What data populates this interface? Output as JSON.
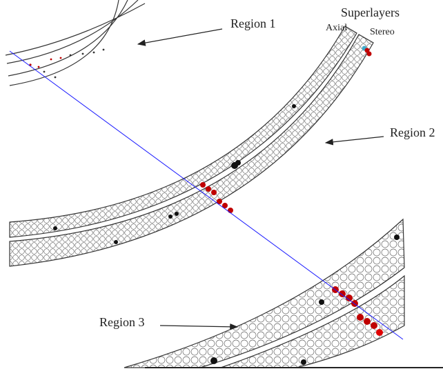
{
  "labels": {
    "region1": "Region 1",
    "region2": "Region 2",
    "region3": "Region 3",
    "superlayers": "Superlayers",
    "axial": "Axial",
    "stereo": "Stereo"
  },
  "colors": {
    "track_line": "#1a1aff",
    "cell_outline": "#555555",
    "hit_red": "#c00000",
    "hit_black": "#111111",
    "hit_cyan": "#3fa9c9",
    "arrow": "#222222"
  }
}
